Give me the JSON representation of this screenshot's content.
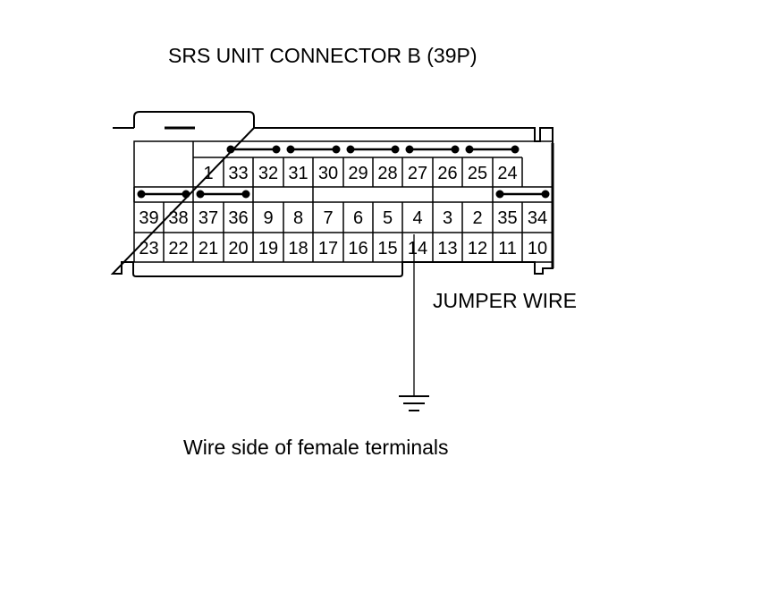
{
  "title": "SRS UNIT CONNECTOR B (39P)",
  "jumper_label": "JUMPER WIRE",
  "caption": "Wire side of female terminals",
  "connector": {
    "row1": [
      "1",
      "33",
      "32",
      "31",
      "30",
      "29",
      "28",
      "27",
      "26",
      "25",
      "24"
    ],
    "row2": [
      "39",
      "38",
      "37",
      "36",
      "9",
      "8",
      "7",
      "6",
      "5",
      "4",
      "3",
      "2",
      "35",
      "34"
    ],
    "row3": [
      "23",
      "22",
      "21",
      "20",
      "19",
      "18",
      "17",
      "16",
      "15",
      "14",
      "13",
      "12",
      "11",
      "10"
    ]
  },
  "shorted_pairs": [
    [
      "33",
      "32"
    ],
    [
      "31",
      "30"
    ],
    [
      "29",
      "28"
    ],
    [
      "27",
      "26"
    ],
    [
      "25",
      "24"
    ],
    [
      "39",
      "38"
    ],
    [
      "37",
      "36"
    ],
    [
      "35",
      "34"
    ]
  ],
  "jumper_terminal": "14",
  "ground_icon": "ground-symbol-icon"
}
